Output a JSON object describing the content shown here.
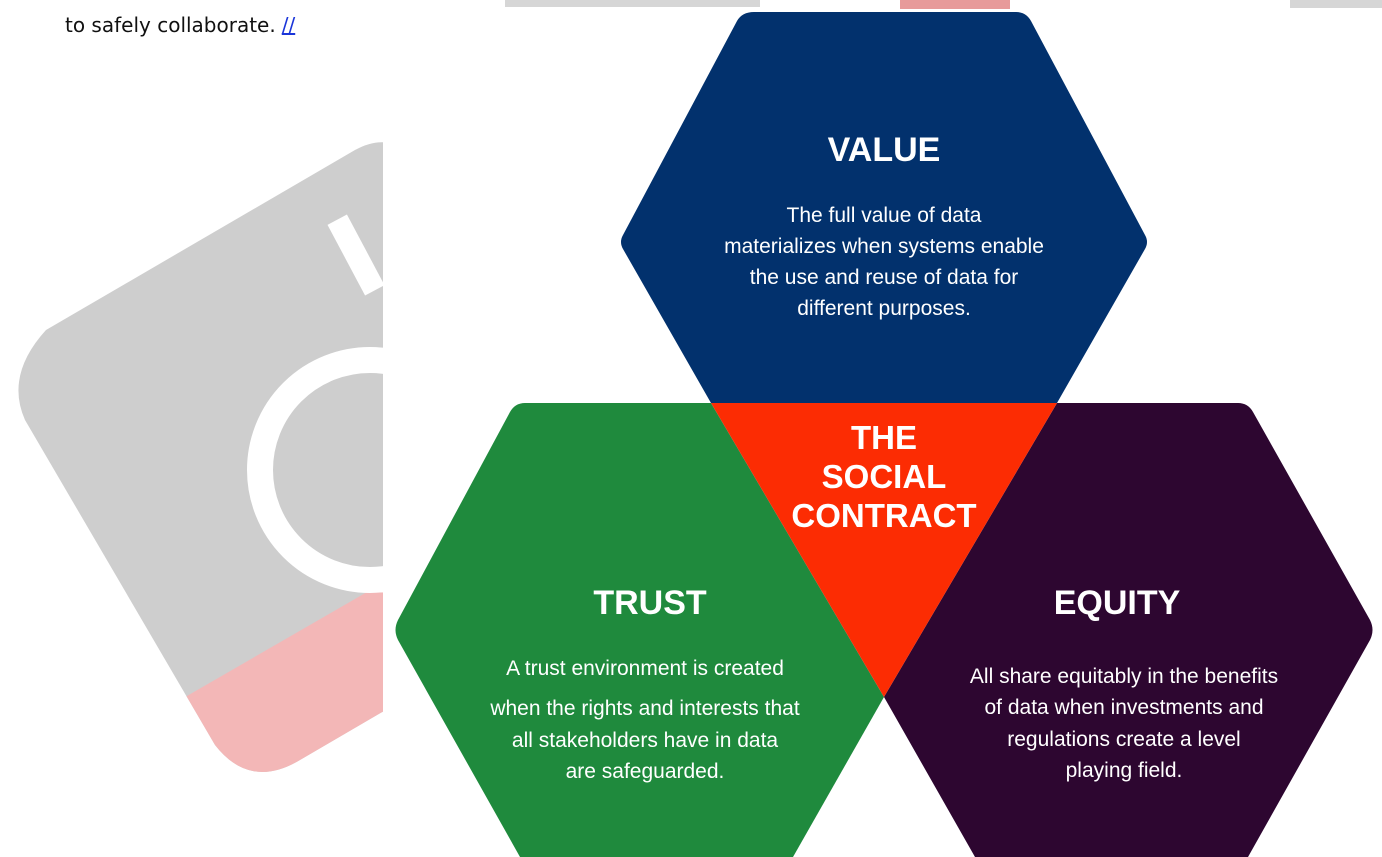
{
  "intro": {
    "text": "to safely collaborate.",
    "link_label": "//"
  },
  "diagram": {
    "center_label": [
      "THE",
      "SOCIAL",
      "CONTRACT"
    ],
    "value": {
      "title": "VALUE",
      "body": [
        "The full value of data",
        "materializes when systems enable",
        "the use and reuse of data for",
        "different purposes."
      ]
    },
    "trust": {
      "title": "TRUST",
      "body": [
        "A trust environment is created",
        "when the rights and interests that",
        "all stakeholders have in data",
        "are safeguarded."
      ]
    },
    "equity": {
      "title": "EQUITY",
      "body": [
        "All share equitably in the benefits",
        "of data when investments and",
        "regulations create a level",
        "playing field."
      ]
    }
  },
  "colors": {
    "value_fill": "#02316d",
    "trust_fill": "#1f8a3d",
    "equity_fill": "#2d0630",
    "center_fill": "#fc2c03",
    "bg_tile": "#c9c9c9",
    "bg_tile_accent": "#f3b7b7",
    "link": "#1a35d9"
  }
}
